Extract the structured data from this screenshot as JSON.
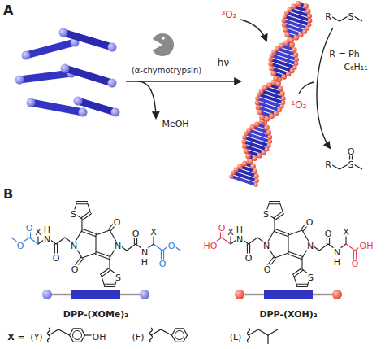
{
  "diagram": {
    "labels": [
      "A",
      "(α-chymotrypsin)",
      "MeOH",
      "³O₂",
      "hν",
      "¹O₂",
      "R",
      "S",
      "R = Ph",
      "C₆H₁₁",
      "R",
      "S",
      "O",
      "B",
      "O",
      "O",
      "X",
      "H",
      "N",
      "O",
      "N",
      "S",
      "O",
      "O",
      "S",
      "N",
      "O",
      "X",
      "N",
      "H",
      "O",
      "O",
      "O",
      "HO",
      "X",
      "H",
      "N",
      "O",
      "N",
      "S",
      "O",
      "O",
      "S",
      "N",
      "O",
      "X",
      "N",
      "H",
      "O",
      "OH",
      "DPP-(XOMe)₂",
      "DPP-(XOH)₂",
      "X =",
      "(Y)",
      "OH",
      "(F)",
      "(L)"
    ]
  }
}
